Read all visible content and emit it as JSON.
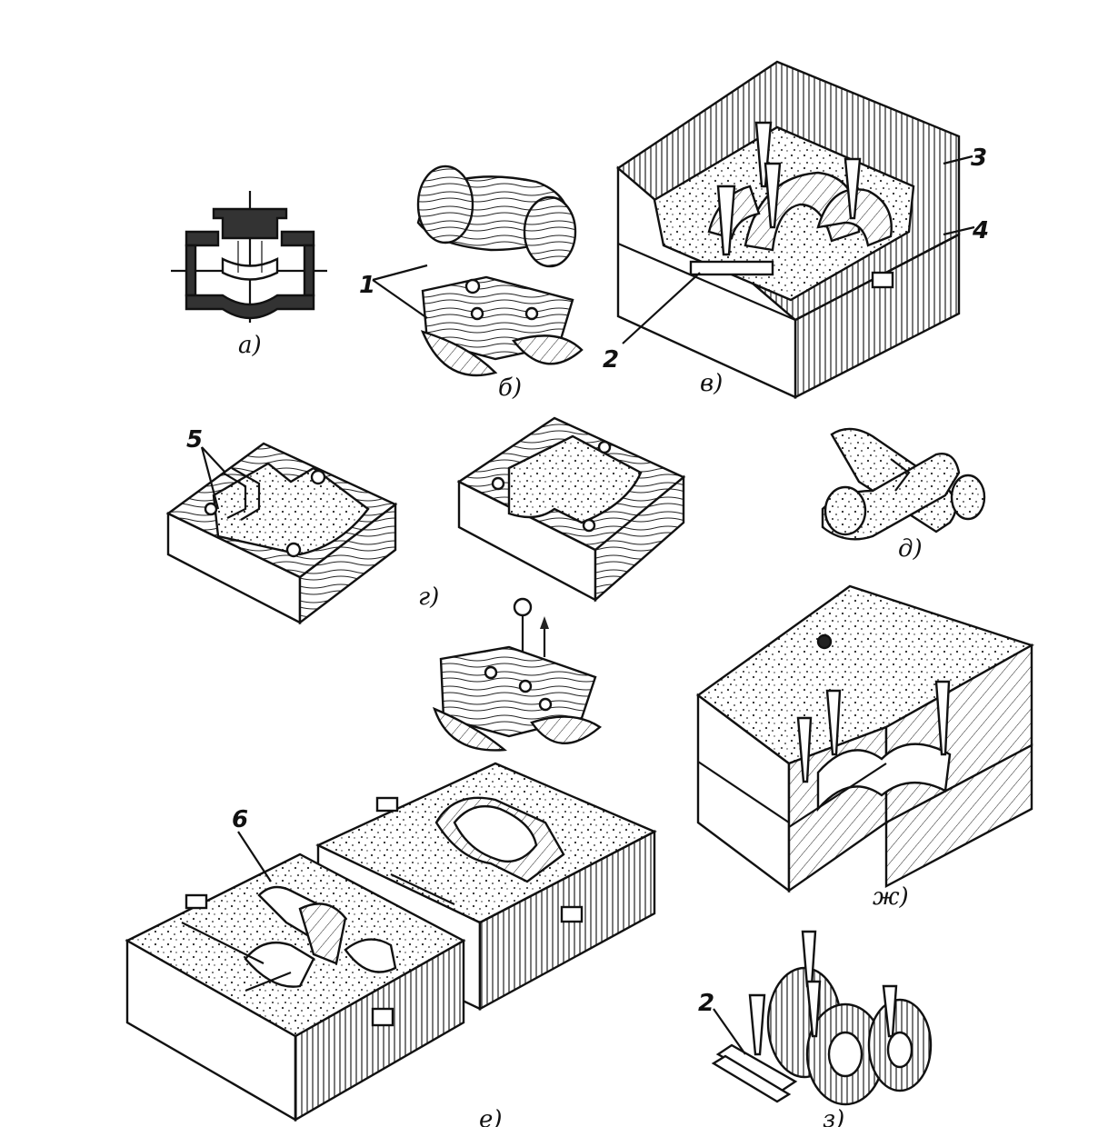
{
  "figure": {
    "panel_labels": [
      "а)",
      "б)",
      "в)",
      "г)",
      "д)",
      "е)",
      "ж)",
      "з)"
    ],
    "part_numbers": [
      "1",
      "2",
      "3",
      "4",
      "5",
      "6",
      "2"
    ]
  },
  "colors": {
    "ink": "#111111",
    "paper": "#ffffff"
  }
}
